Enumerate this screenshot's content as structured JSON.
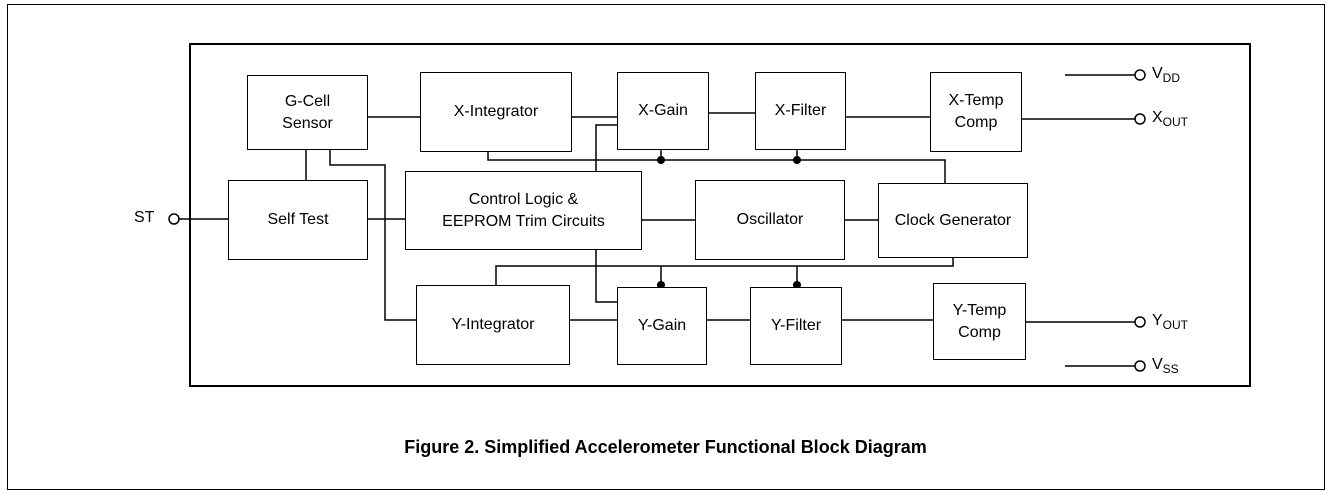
{
  "blocks": {
    "gcell": [
      "G-Cell",
      "Sensor"
    ],
    "x_integrator": "X-Integrator",
    "x_gain": "X-Gain",
    "x_filter": "X-Filter",
    "x_temp": [
      "X-Temp",
      "Comp"
    ],
    "self_test": "Self Test",
    "control_logic": [
      "Control Logic &",
      "EEPROM Trim Circuits"
    ],
    "oscillator": "Oscillator",
    "clock_generator": "Clock Generator",
    "y_integrator": "Y-Integrator",
    "y_gain": "Y-Gain",
    "y_filter": "Y-Filter",
    "y_temp": [
      "Y-Temp",
      "Comp"
    ]
  },
  "pins": {
    "st": "ST",
    "vdd": {
      "main": "V",
      "sub": "DD"
    },
    "xout": {
      "main": "X",
      "sub": "OUT"
    },
    "yout": {
      "main": "Y",
      "sub": "OUT"
    },
    "vss": {
      "main": "V",
      "sub": "SS"
    }
  },
  "caption": "Figure 2. Simplified Accelerometer Functional Block Diagram"
}
